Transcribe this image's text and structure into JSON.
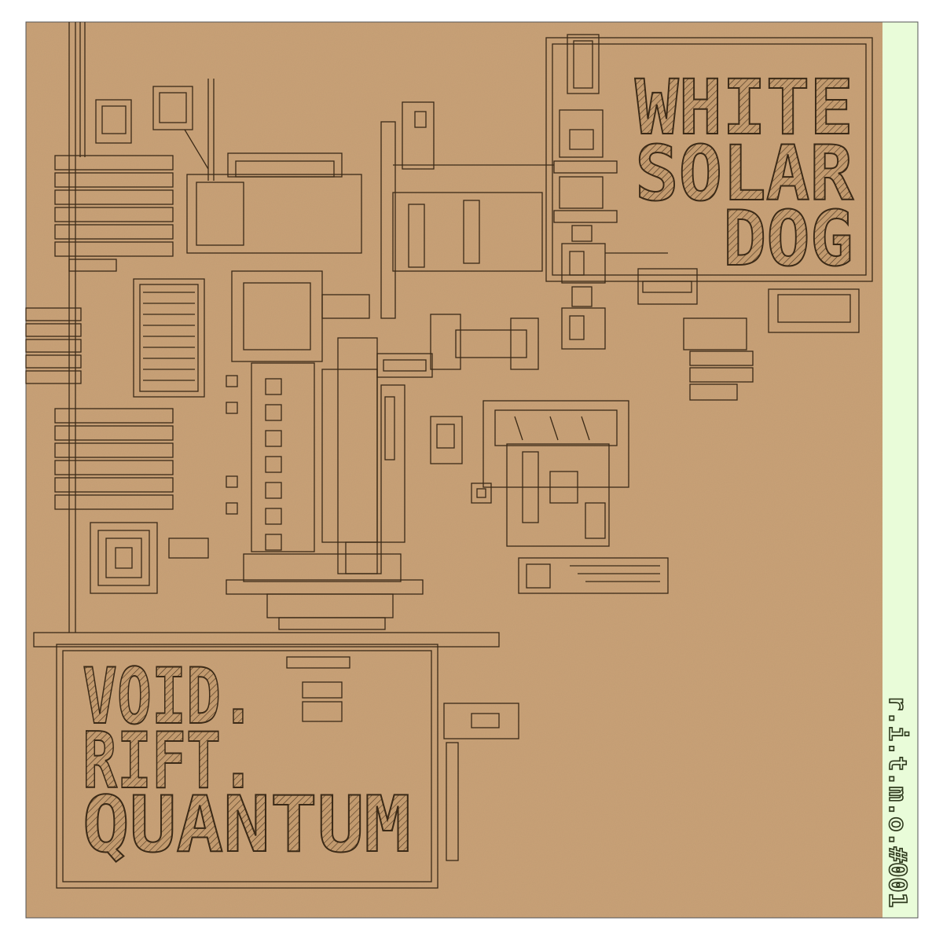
{
  "cover": {
    "title_lines": [
      "WHITE",
      "SOLAR",
      "DOG"
    ],
    "subtitle_lines": [
      "VOID.",
      "RIFT.",
      "QUANTUM"
    ],
    "catalog": "r.i.t.m.o.#001"
  },
  "colors": {
    "kraft": "#c9a176",
    "ink": "#3b2a17",
    "strip": "#e9fcd9"
  }
}
